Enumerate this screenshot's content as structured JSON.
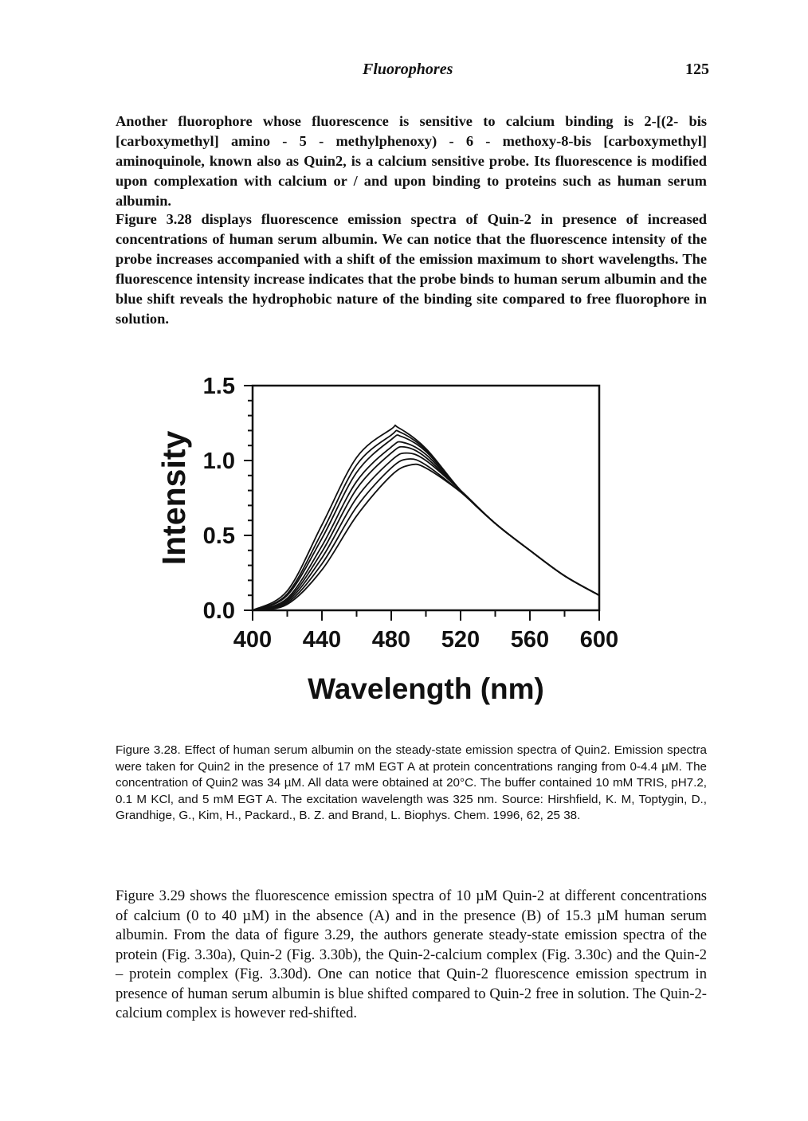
{
  "header": {
    "title": "Fluorophores",
    "page_number": "125"
  },
  "paragraphs": {
    "p1": "Another fluorophore whose fluorescence is sensitive to calcium binding is 2-[(2- bis [carboxymethyl] amino - 5 - methylphenoxy) - 6 - methoxy-8-bis [carboxymethyl] aminoquinole, known also as Quin2, is a calcium sensitive probe. Its fluorescence is modified upon complexation with calcium or / and upon binding to proteins such as human serum albumin.",
    "p2": "Figure 3.28 displays fluorescence emission spectra of Quin-2 in presence of increased concentrations of human serum albumin. We can notice that the fluorescence intensity of the probe increases accompanied with a shift of the emission maximum to short wavelengths. The fluorescence intensity increase indicates that the probe binds to human serum albumin and the blue shift reveals the hydrophobic nature of the binding site compared to free fluorophore in solution.",
    "p3": "Figure 3.29 shows the fluorescence emission spectra of 10 µM Quin-2 at different concentrations of calcium (0 to 40 µM) in the absence (A) and in the presence (B) of 15.3 µM human serum albumin. From the data of figure 3.29, the authors generate steady-state emission spectra of the protein (Fig. 3.30a), Quin-2 (Fig. 3.30b), the Quin-2-calcium complex (Fig. 3.30c) and the Quin-2 – protein complex (Fig. 3.30d). One can notice that Quin-2 fluorescence emission spectrum in presence of human serum albumin is blue shifted compared to Quin-2 free in solution. The Quin-2-calcium complex is however red-shifted."
  },
  "caption": "Figure 3.28. Effect of human serum albumin on the steady-state emission spectra of Quin2. Emission spectra were taken for Quin2 in the presence of 17 mM EGT A at protein concentrations ranging from 0-4.4 µM. The concentration of Quin2 was 34 µM. All data were obtained at 20°C. The buffer contained 10 mM TRIS, pH7.2, 0.1 M KCl, and 5 mM EGT A. The excitation wavelength was 325 nm. Source: Hirshfield, K. M, Toptygin, D., Grandhige, G., Kim, H., Packard., B. Z. and Brand, L. Biophys. Chem. 1996, 62, 25 38.",
  "chart_data": {
    "type": "line",
    "xlabel": "Wavelength (nm)",
    "ylabel": "Intensity",
    "xlim": [
      400,
      600
    ],
    "ylim": [
      0,
      1.5
    ],
    "x_ticks": [
      "400",
      "440",
      "480",
      "520",
      "560",
      "600"
    ],
    "y_ticks": [
      "0.0",
      "0.5",
      "1.0",
      "1.5"
    ],
    "grid": false,
    "legend": "none",
    "series": [
      {
        "peak_nm": 484,
        "max": 1.22,
        "values": [
          [
            400,
            0.0
          ],
          [
            420,
            0.13
          ],
          [
            440,
            0.57
          ],
          [
            460,
            1.02
          ],
          [
            480,
            1.21
          ],
          [
            484,
            1.22
          ],
          [
            500,
            1.08
          ],
          [
            520,
            0.8
          ],
          [
            540,
            0.58
          ],
          [
            560,
            0.4
          ],
          [
            580,
            0.23
          ],
          [
            600,
            0.1
          ]
        ]
      },
      {
        "peak_nm": 485,
        "max": 1.19,
        "values": [
          [
            400,
            0.0
          ],
          [
            420,
            0.11
          ],
          [
            440,
            0.52
          ],
          [
            460,
            0.97
          ],
          [
            480,
            1.17
          ],
          [
            485,
            1.19
          ],
          [
            500,
            1.07
          ],
          [
            520,
            0.8
          ],
          [
            540,
            0.58
          ],
          [
            560,
            0.4
          ],
          [
            580,
            0.23
          ],
          [
            600,
            0.1
          ]
        ]
      },
      {
        "peak_nm": 486,
        "max": 1.16,
        "values": [
          [
            400,
            0.0
          ],
          [
            420,
            0.1
          ],
          [
            440,
            0.48
          ],
          [
            460,
            0.92
          ],
          [
            480,
            1.14
          ],
          [
            486,
            1.16
          ],
          [
            500,
            1.06
          ],
          [
            520,
            0.8
          ],
          [
            540,
            0.58
          ],
          [
            560,
            0.4
          ],
          [
            580,
            0.23
          ],
          [
            600,
            0.1
          ]
        ]
      },
      {
        "peak_nm": 487,
        "max": 1.12,
        "values": [
          [
            400,
            0.0
          ],
          [
            420,
            0.08
          ],
          [
            440,
            0.43
          ],
          [
            460,
            0.86
          ],
          [
            480,
            1.09
          ],
          [
            487,
            1.12
          ],
          [
            500,
            1.04
          ],
          [
            520,
            0.8
          ],
          [
            540,
            0.58
          ],
          [
            560,
            0.4
          ],
          [
            580,
            0.23
          ],
          [
            600,
            0.1
          ]
        ]
      },
      {
        "peak_nm": 488,
        "max": 1.09,
        "values": [
          [
            400,
            0.0
          ],
          [
            420,
            0.07
          ],
          [
            440,
            0.39
          ],
          [
            460,
            0.81
          ],
          [
            480,
            1.05
          ],
          [
            488,
            1.09
          ],
          [
            500,
            1.02
          ],
          [
            520,
            0.8
          ],
          [
            540,
            0.58
          ],
          [
            560,
            0.4
          ],
          [
            580,
            0.23
          ],
          [
            600,
            0.1
          ]
        ]
      },
      {
        "peak_nm": 489,
        "max": 1.05,
        "values": [
          [
            400,
            0.0
          ],
          [
            420,
            0.06
          ],
          [
            440,
            0.35
          ],
          [
            460,
            0.75
          ],
          [
            480,
            1.0
          ],
          [
            489,
            1.05
          ],
          [
            500,
            1.0
          ],
          [
            520,
            0.8
          ],
          [
            540,
            0.58
          ],
          [
            560,
            0.4
          ],
          [
            580,
            0.23
          ],
          [
            600,
            0.1
          ]
        ]
      },
      {
        "peak_nm": 490,
        "max": 1.01,
        "values": [
          [
            400,
            0.0
          ],
          [
            420,
            0.05
          ],
          [
            440,
            0.31
          ],
          [
            460,
            0.69
          ],
          [
            480,
            0.95
          ],
          [
            490,
            1.01
          ],
          [
            500,
            0.97
          ],
          [
            520,
            0.79
          ],
          [
            540,
            0.58
          ],
          [
            560,
            0.4
          ],
          [
            580,
            0.23
          ],
          [
            600,
            0.1
          ]
        ]
      },
      {
        "peak_nm": 491,
        "max": 0.97,
        "values": [
          [
            400,
            0.0
          ],
          [
            420,
            0.04
          ],
          [
            440,
            0.27
          ],
          [
            460,
            0.63
          ],
          [
            480,
            0.9
          ],
          [
            491,
            0.97
          ],
          [
            500,
            0.95
          ],
          [
            520,
            0.79
          ],
          [
            540,
            0.58
          ],
          [
            560,
            0.4
          ],
          [
            580,
            0.23
          ],
          [
            600,
            0.1
          ]
        ]
      }
    ]
  }
}
